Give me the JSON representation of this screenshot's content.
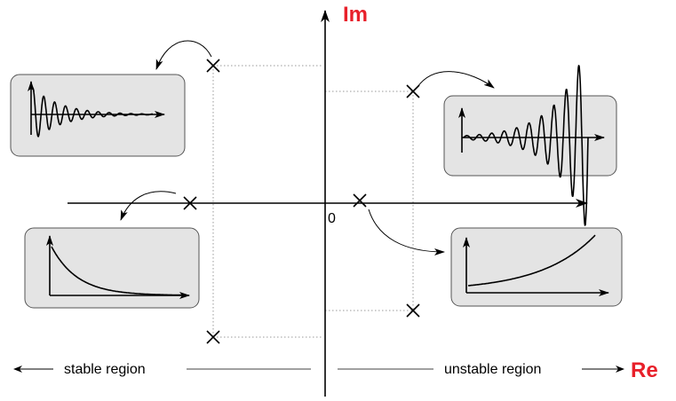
{
  "axes": {
    "imaginary_label": "Im",
    "real_label": "Re",
    "origin_label": "0",
    "label_color": "#e8202a"
  },
  "regions": {
    "stable_label": "stable region",
    "unstable_label": "unstable region"
  },
  "poles": [
    {
      "id": "pole-stable-complex-upper"
    },
    {
      "id": "pole-stable-complex-lower"
    },
    {
      "id": "pole-stable-real"
    },
    {
      "id": "pole-unstable-real"
    },
    {
      "id": "pole-unstable-complex-upper"
    },
    {
      "id": "pole-unstable-complex-lower"
    }
  ],
  "responses": [
    {
      "id": "damped-oscillation"
    },
    {
      "id": "growing-oscillation"
    },
    {
      "id": "exponential-decay"
    },
    {
      "id": "exponential-growth"
    }
  ],
  "colors": {
    "card_fill": "#e4e4e4",
    "card_border": "#555555",
    "guide_line": "#9a9a9a"
  }
}
